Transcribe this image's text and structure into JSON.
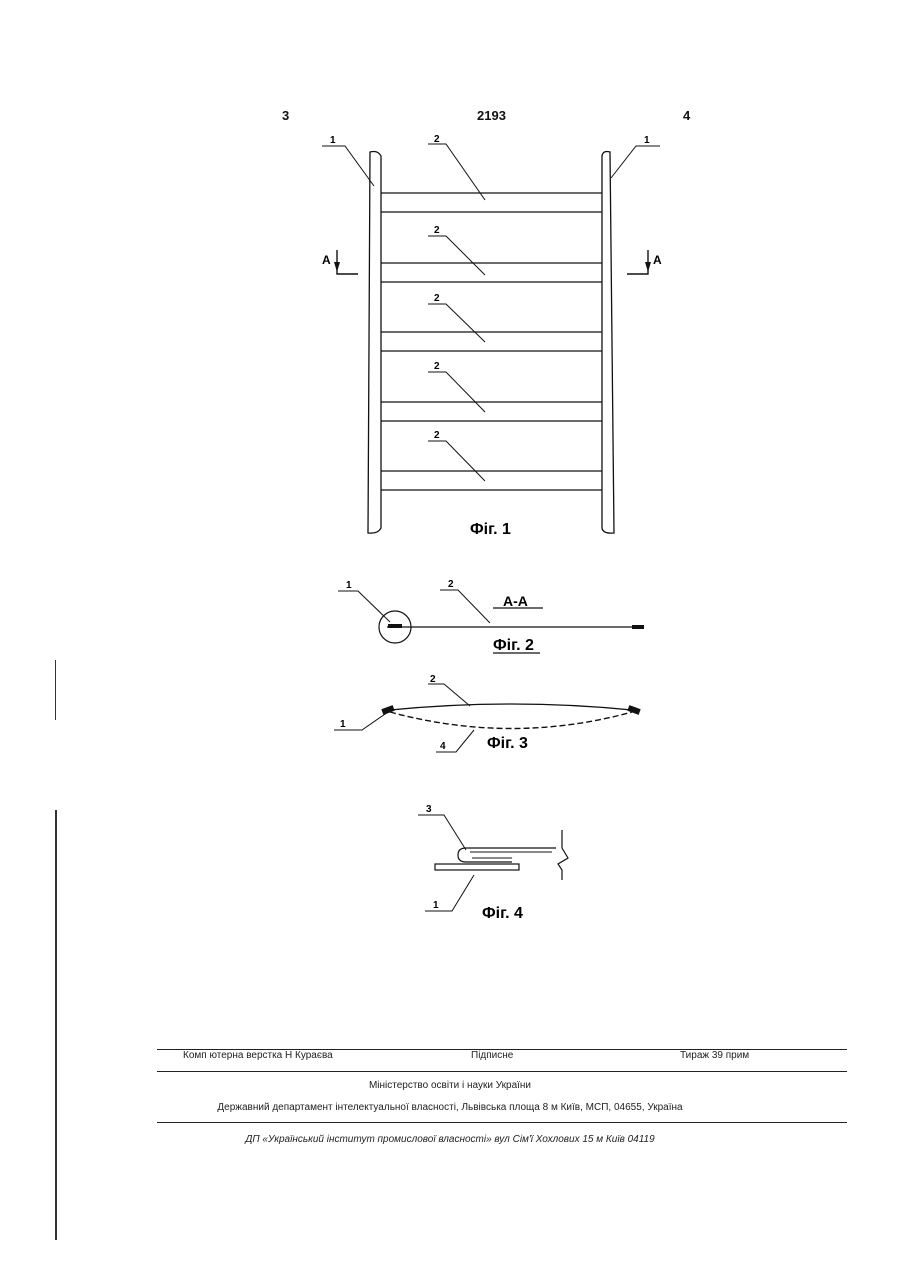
{
  "header": {
    "left_page": "3",
    "patent_number": "2193",
    "right_page": "4"
  },
  "drawing": {
    "callouts": {
      "rail": "1",
      "rung": "2",
      "hook": "3",
      "sag": "4"
    },
    "section_mark": "A",
    "section_title": "A-A",
    "figures": {
      "fig1": "Фіг. 1",
      "fig2": "Фіг. 2",
      "fig3": "Фіг. 3",
      "fig4": "Фіг. 4"
    }
  },
  "footer": {
    "layout_credit": "Комп ютерна верстка Н  Кураєва",
    "subscription": "Підписне",
    "print_run": "Тираж 39 прим",
    "ministry": "Міністерство освіти і науки України",
    "department": "Державний департамент інтелектуальної власності, Львівська площа  8  м  Київ, МСП, 04655, Україна",
    "institute": "ДП «Український інститут промислової власності»  вул  Сім'ї Хохлових  15  м  Київ  04119"
  }
}
